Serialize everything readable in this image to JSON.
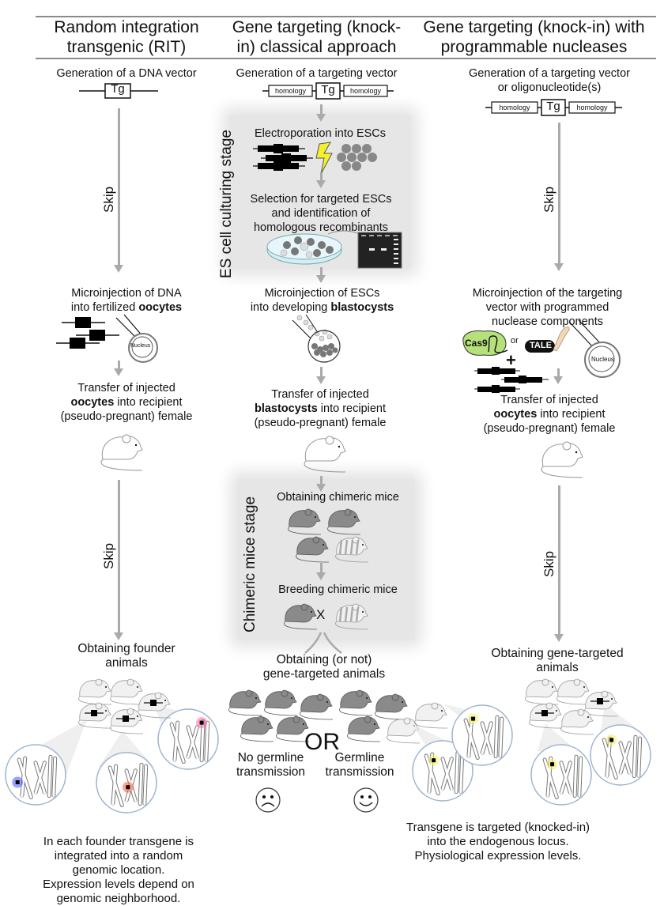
{
  "columns": [
    {
      "title_line1": "Random integration",
      "title_line2": "transgenic (RIT)",
      "steps": {
        "vector": "Generation of a DNA vector",
        "skip1": "Skip",
        "microinjection_l1": "Microinjection of DNA",
        "microinjection_l2a": "into fertilized ",
        "microinjection_l2b": "oocytes",
        "transfer_l1": "Transfer of injected",
        "transfer_l2a": "oocytes",
        "transfer_l2b": " into recipient",
        "transfer_l3": "(pseudo-pregnant) female",
        "skip2": "Skip",
        "obtaining_l1": "Obtaining founder",
        "obtaining_l2": "animals",
        "conclusion": [
          "In each founder transgene is",
          "integrated into a random",
          "genomic location.",
          "Expression levels depend on",
          "genomic neighborhood."
        ]
      }
    },
    {
      "title_line1": "Gene targeting (knock-",
      "title_line2": "in) classical approach",
      "steps": {
        "vector": "Generation of a targeting vector",
        "stage1_label": "ES cell culturing stage",
        "electroporation": "Electroporation into ESCs",
        "selection_l1": "Selection for targeted ESCs",
        "selection_l2": "and identification of",
        "selection_l3": "homologous recombinants",
        "microinjection_l1": "Microinjection of ESCs",
        "microinjection_l2a": "into developing ",
        "microinjection_l2b": "blastocysts",
        "transfer_l1": "Transfer of injected",
        "transfer_l2a": "blastocysts",
        "transfer_l2b": " into recipient",
        "transfer_l3": "(pseudo-pregnant) female",
        "stage2_label": "Chimeric mice stage",
        "chimeric": "Obtaining chimeric mice",
        "breeding": "Breeding chimeric mice",
        "cross": "X",
        "obtaining_l1": "Obtaining (or not)",
        "obtaining_l2": "gene-targeted animals",
        "or": "OR",
        "no_germline_l1": "No germline",
        "no_germline_l2": "transmission",
        "germline_l1": "Germline",
        "germline_l2": "transmission"
      }
    },
    {
      "title_line1": "Gene targeting (knock-in) with",
      "title_line2": "programmable nucleases",
      "steps": {
        "vector_l1": "Generation of a targeting vector",
        "vector_l2": "or oligonucleotide(s)",
        "skip1": "Skip",
        "microinjection_l1": "Microinjection of the targeting",
        "microinjection_l2": "vector with programmed",
        "microinjection_l3": "nuclease components",
        "cas9": "Cas9",
        "or_small": "or",
        "tale": "TALE",
        "plus": "+",
        "transfer_l1": "Transfer of injected",
        "transfer_l2a": "oocytes",
        "transfer_l2b": " into recipient",
        "transfer_l3": "(pseudo-pregnant) female",
        "skip2": "Skip",
        "obtaining_l1": "Obtaining gene-targeted",
        "obtaining_l2": "animals",
        "conclusion": [
          "Transgene is targeted (knocked-in)",
          "into the endogenous locus.",
          "Physiological expression levels."
        ]
      }
    }
  ],
  "construct": {
    "tg": "Tg",
    "homology": "homology",
    "nucleus": "Nucleus"
  },
  "colors": {
    "arrow": "#aaaaaa",
    "stage_bg": "#e6e6e6",
    "cas9": "#b5e07a",
    "tale_arm": "#f2d9b3",
    "highlight_blue": "#4455ff",
    "highlight_red": "#ff5533",
    "highlight_pink": "#ff66aa",
    "highlight_yellow": "#f5f06a",
    "mouse_gray": "#8a8a8a",
    "mouse_white": "#f1f1f1"
  }
}
